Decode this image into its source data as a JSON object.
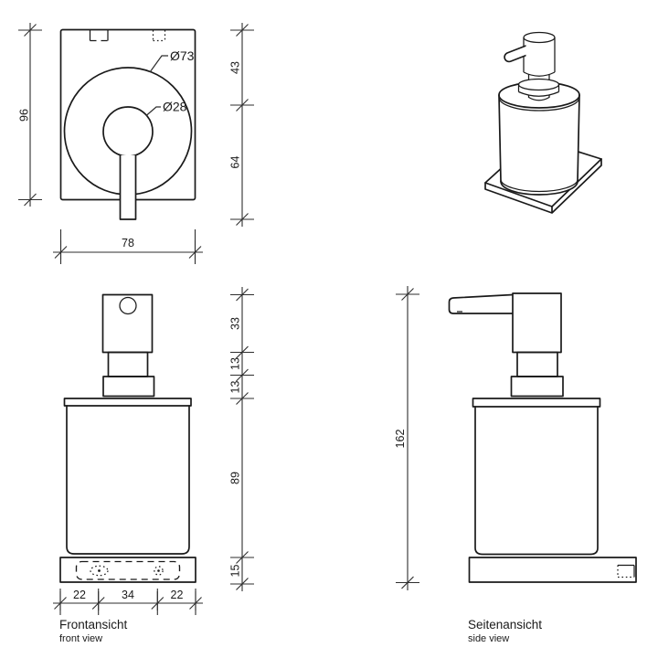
{
  "drawing": {
    "colors": {
      "line": "#1a1a1a",
      "dim": "#2e2e2e",
      "background": "#ffffff"
    },
    "top_view": {
      "dim_height": "96",
      "dim_width": "78",
      "dim_upper": "43",
      "dim_lower": "64",
      "label_outer_diameter": "Ø73",
      "label_inner_diameter": "Ø28"
    },
    "front_view": {
      "title": "Frontansicht",
      "subtitle": "front view",
      "dim_head": "33",
      "dim_neck": "13",
      "dim_collar": "13",
      "dim_body": "89",
      "dim_base": "15",
      "dim_base_left": "22",
      "dim_base_center": "34",
      "dim_base_right": "22"
    },
    "side_view": {
      "title": "Seitenansicht",
      "subtitle": "side view",
      "dim_total_height": "162"
    }
  }
}
